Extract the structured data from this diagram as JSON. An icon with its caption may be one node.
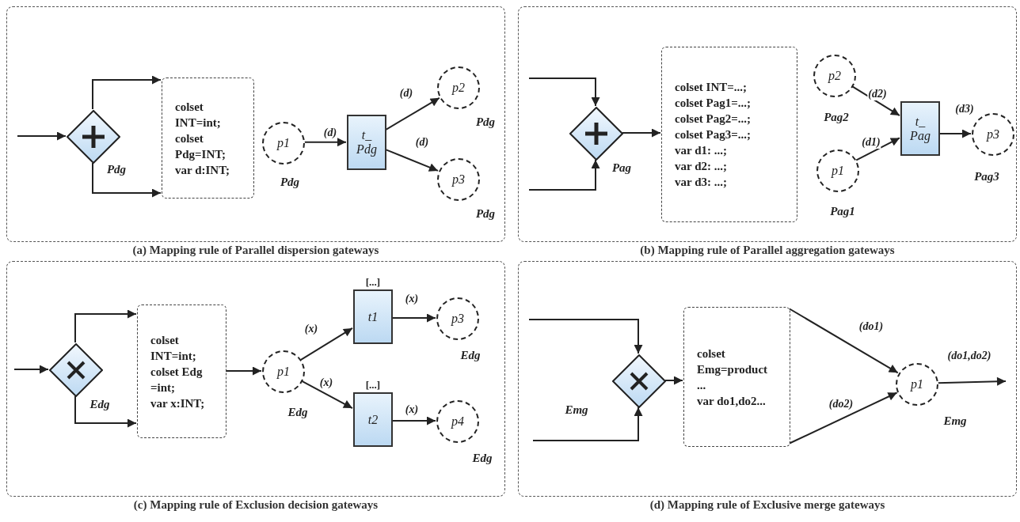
{
  "diagram": {
    "nodes": [
      {
        "text": [
          "(a) Mapping rule of Parallel dispersion gateways"
        ]
      },
      {
        "text": [],
        "shape": "diamond",
        "in": 0,
        "beside": [
          "Pdg"
        ]
      },
      {
        "text": [
          "colset",
          "INT=int;",
          "colset",
          "Pdg=INT;",
          "var d:INT;"
        ],
        "in": 0
      },
      {
        "text": [
          "p1"
        ],
        "in": 0,
        "beside": [
          "Pdg"
        ]
      },
      {
        "text": [
          "t_ Pdg"
        ],
        "in": 0
      },
      {
        "text": [
          "p2"
        ],
        "in": 0,
        "beside": [
          "Pdg"
        ]
      },
      {
        "text": [
          "p3"
        ],
        "in": 0,
        "beside": [
          "Pdg"
        ]
      },
      {
        "text": [
          "(b) Mapping rule of Parallel aggregation gateways"
        ]
      },
      {
        "text": [],
        "shape": "diamond",
        "in": 7,
        "beside": [
          "Pag"
        ]
      },
      {
        "text": [
          "colset INT=...;",
          "colset Pag1=...;",
          "colset Pag2=...;",
          "colset Pag3=...;",
          "var d1: ...;",
          "var d2: ...;",
          "var d3: ...;"
        ],
        "in": 7
      },
      {
        "text": [
          "p2"
        ],
        "in": 7,
        "beside": [
          "Pag2"
        ]
      },
      {
        "text": [
          "p1"
        ],
        "in": 7,
        "beside": [
          "Pag1"
        ]
      },
      {
        "text": [
          "t_ Pag"
        ],
        "in": 7
      },
      {
        "text": [
          "p3"
        ],
        "in": 7,
        "beside": [
          "Pag3"
        ]
      },
      {
        "text": [
          "(c) Mapping rule of Exclusion decision gateways"
        ]
      },
      {
        "text": [],
        "shape": "diamond",
        "in": 14,
        "beside": [
          "Edg"
        ]
      },
      {
        "text": [
          "colset",
          "INT=int;",
          "colset Edg",
          "=int;",
          "var x:INT;"
        ],
        "in": 14
      },
      {
        "text": [
          "p1"
        ],
        "in": 14,
        "beside": [
          "Edg"
        ]
      },
      {
        "text": [
          "t1"
        ],
        "in": 14,
        "beside": [
          "[...]"
        ]
      },
      {
        "text": [
          "t2"
        ],
        "in": 14,
        "beside": [
          "[...]"
        ]
      },
      {
        "text": [
          "p3"
        ],
        "in": 14,
        "beside": [
          "Edg"
        ]
      },
      {
        "text": [
          "p4"
        ],
        "in": 14,
        "beside": [
          "Edg"
        ]
      },
      {
        "text": [
          "(d) Mapping rule of Exclusive merge gateways"
        ]
      },
      {
        "text": [],
        "shape": "diamond",
        "in": 22,
        "beside": [
          "Emg"
        ]
      },
      {
        "text": [
          "colset",
          "Emg=product",
          "...",
          "var do1,do2..."
        ],
        "in": 22
      },
      {
        "text": [
          "p1"
        ],
        "in": 22,
        "beside": [
          "Emg"
        ]
      }
    ],
    "edges": [
      {
        "from": null,
        "to": 1,
        "arrow": "to"
      },
      {
        "from": 1,
        "to": 2,
        "arrow": "to"
      },
      {
        "from": 1,
        "to": 2,
        "arrow": "to"
      },
      {
        "from": 3,
        "to": 4,
        "arrow": "to",
        "label": "(d)"
      },
      {
        "from": 4,
        "to": 5,
        "arrow": "to",
        "label": "(d)"
      },
      {
        "from": 4,
        "to": 6,
        "arrow": "to",
        "label": "(d)"
      },
      {
        "from": null,
        "to": 8,
        "arrow": "to"
      },
      {
        "from": null,
        "to": 8,
        "arrow": "to"
      },
      {
        "from": 8,
        "to": 9,
        "arrow": "to"
      },
      {
        "from": 10,
        "to": 12,
        "arrow": "to",
        "label": "(d2)"
      },
      {
        "from": 11,
        "to": 12,
        "arrow": "to",
        "label": "(d1)"
      },
      {
        "from": 12,
        "to": 13,
        "arrow": "to",
        "label": "(d3)"
      },
      {
        "from": null,
        "to": 15,
        "arrow": "to"
      },
      {
        "from": 15,
        "to": 16,
        "arrow": "to"
      },
      {
        "from": 15,
        "to": 16,
        "arrow": "to"
      },
      {
        "from": 16,
        "to": 17,
        "arrow": "to"
      },
      {
        "from": 17,
        "to": 18,
        "arrow": "to",
        "label": "(x)"
      },
      {
        "from": 17,
        "to": 19,
        "arrow": "to",
        "label": "(x)"
      },
      {
        "from": 18,
        "to": 20,
        "arrow": "to",
        "label": "(x)"
      },
      {
        "from": 19,
        "to": 21,
        "arrow": "to",
        "label": "(x)"
      },
      {
        "from": null,
        "to": 23,
        "arrow": "to"
      },
      {
        "from": null,
        "to": 23,
        "arrow": "to"
      },
      {
        "from": 23,
        "to": 24,
        "arrow": "to"
      },
      {
        "from": 24,
        "to": 25,
        "arrow": "to",
        "label": "(do1)"
      },
      {
        "from": 24,
        "to": 25,
        "arrow": "to",
        "label": "(do2)"
      },
      {
        "from": 25,
        "to": null,
        "arrow": "to",
        "label": "(do1,do2)"
      }
    ]
  }
}
